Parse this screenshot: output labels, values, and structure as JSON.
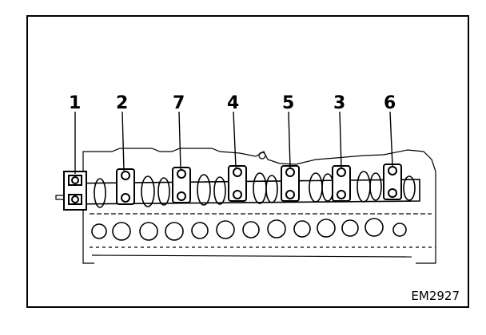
{
  "figure": {
    "callouts": [
      "1",
      "2",
      "7",
      "4",
      "5",
      "3",
      "6"
    ],
    "code": "EM2927",
    "ink_color": "#000000",
    "paper_color": "#ffffff"
  }
}
